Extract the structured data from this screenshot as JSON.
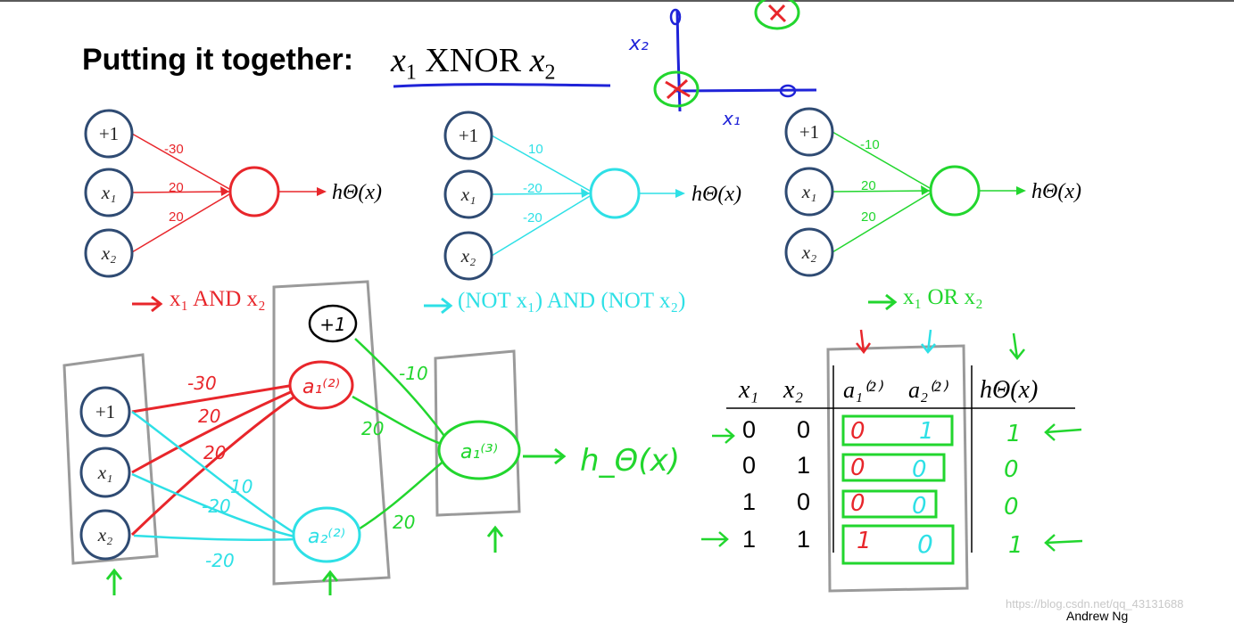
{
  "title": {
    "heading": "Putting it together:",
    "formula_left": "x",
    "formula_left_sub": "1",
    "formula_op": "XNOR",
    "formula_right": "x",
    "formula_right_sub": "2"
  },
  "sketch_plot": {
    "x_label": "x₁",
    "y_label": "x₂"
  },
  "networks": [
    {
      "id": "and",
      "color": "#e8262b",
      "inputs": [
        "+1",
        "x₁",
        "x₂"
      ],
      "weights": [
        "-30",
        "20",
        "20"
      ],
      "output": "hΘ(x)",
      "caption": "x₁ AND x₂"
    },
    {
      "id": "notnot",
      "color": "#2ee0e6",
      "inputs": [
        "+1",
        "x₁",
        "x₂"
      ],
      "weights": [
        "10",
        "-20",
        "-20"
      ],
      "output": "hΘ(x)",
      "caption": "(NOT x₁) AND (NOT x₂)"
    },
    {
      "id": "or",
      "color": "#22d62e",
      "inputs": [
        "+1",
        "x₁",
        "x₂"
      ],
      "weights": [
        "-10",
        "20",
        "20"
      ],
      "output": "hΘ(x)",
      "caption": "x₁ OR x₂"
    }
  ],
  "combined": {
    "inputs": [
      "+1",
      "x₁",
      "x₂"
    ],
    "bias2": "+1",
    "a1": "a₁⁽²⁾",
    "a2": "a₂⁽²⁾",
    "a3": "a₁⁽³⁾",
    "output": "h_Θ(x)",
    "w_a1": [
      "-30",
      "20",
      "20"
    ],
    "w_a2": [
      "10",
      "-20",
      "-20"
    ],
    "w_a3": [
      "-10",
      "20",
      "20"
    ]
  },
  "truth_table": {
    "headers": [
      "x₁",
      "x₂",
      "a₁⁽²⁾",
      "a₂⁽²⁾",
      "hΘ(x)"
    ],
    "rows": [
      {
        "x1": "0",
        "x2": "0",
        "a1": "0",
        "a2": "1",
        "h": "1"
      },
      {
        "x1": "0",
        "x2": "1",
        "a1": "0",
        "a2": "0",
        "h": "0"
      },
      {
        "x1": "1",
        "x2": "0",
        "a1": "0",
        "a2": "0",
        "h": "0"
      },
      {
        "x1": "1",
        "x2": "1",
        "a1": "1",
        "a2": "0",
        "h": "1"
      }
    ]
  },
  "colors": {
    "red": "#e8262b",
    "cyan": "#2ee0e6",
    "green": "#22d62e",
    "blue": "#1f23d8",
    "node_border": "#2f4b73",
    "box_gray": "#9a9a9a"
  },
  "footer": {
    "watermark": "https://blog.csdn.net/qq_43131688",
    "author": "Andrew Ng"
  }
}
